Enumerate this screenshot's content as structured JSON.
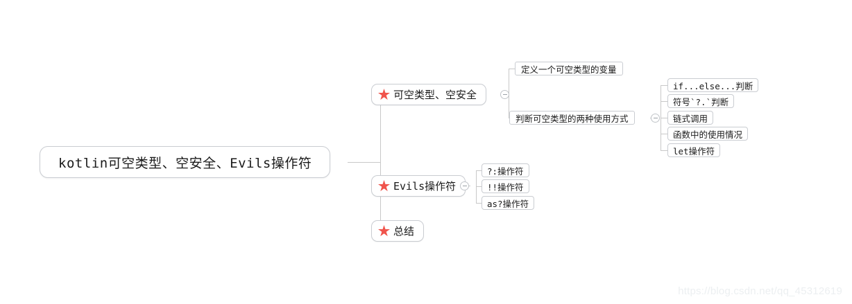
{
  "diagram": {
    "type": "mindmap",
    "title": "kotlin可空类型、空安全、Evils操作符",
    "accent_color": "#f0544c",
    "node_border_color": "#c9ccd1",
    "line_color": "#c8c8c8",
    "background": "#ffffff"
  },
  "root": {
    "label": "kotlin可空类型、空安全、Evils操作符"
  },
  "branches": [
    {
      "label": "可空类型、空安全",
      "icon": "star-icon",
      "collapsed": false,
      "toggle": "minus",
      "children": [
        {
          "label": "定义一个可空类型的变量",
          "collapsed": false,
          "children": []
        },
        {
          "label": "判断可空类型的两种使用方式",
          "collapsed": false,
          "toggle": "minus",
          "children": [
            {
              "label": "if...else...判断"
            },
            {
              "label": "符号`?.`判断"
            },
            {
              "label": "链式调用"
            },
            {
              "label": "函数中的使用情况"
            },
            {
              "label": "let操作符"
            }
          ]
        }
      ]
    },
    {
      "label": "Evils操作符",
      "icon": "star-icon",
      "collapsed": false,
      "toggle": "minus",
      "children": [
        {
          "label": "?:操作符"
        },
        {
          "label": "!!操作符"
        },
        {
          "label": "as?操作符"
        }
      ]
    },
    {
      "label": "总结",
      "icon": "star-icon",
      "collapsed": false,
      "children": []
    }
  ],
  "watermark": {
    "text": "https://blog.csdn.net/qq_45312619"
  }
}
